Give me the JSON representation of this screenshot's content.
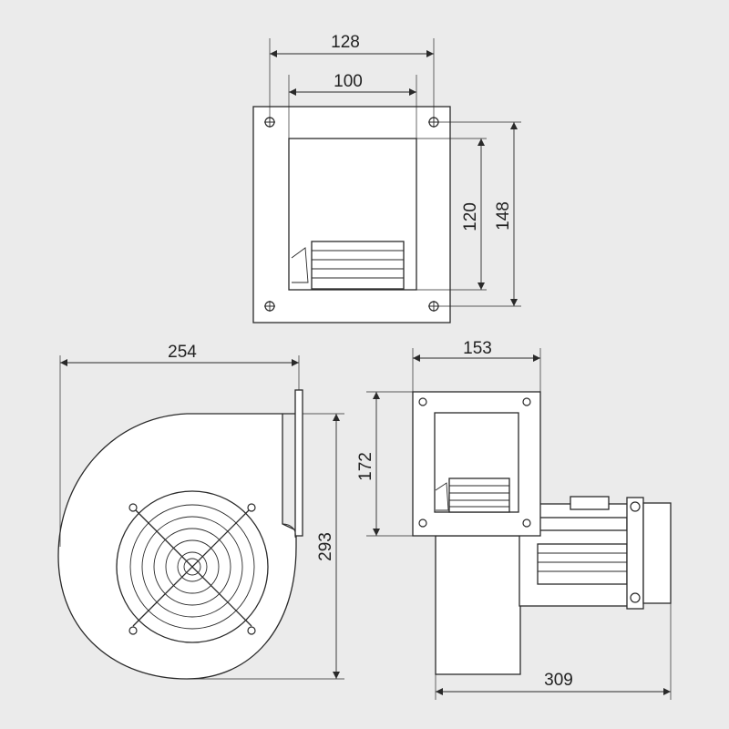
{
  "colors": {
    "background": "#ebebeb",
    "line": "#2a2a2a",
    "part_fill": "#ffffff"
  },
  "dimensions": {
    "top_view": {
      "outer_width": "128",
      "inner_width": "100",
      "inner_height": "120",
      "outer_height": "148"
    },
    "side_view": {
      "overall_length": "254",
      "overall_height": "293"
    },
    "front_view": {
      "flange_width": "153",
      "flange_height": "172",
      "total_depth": "309"
    }
  }
}
